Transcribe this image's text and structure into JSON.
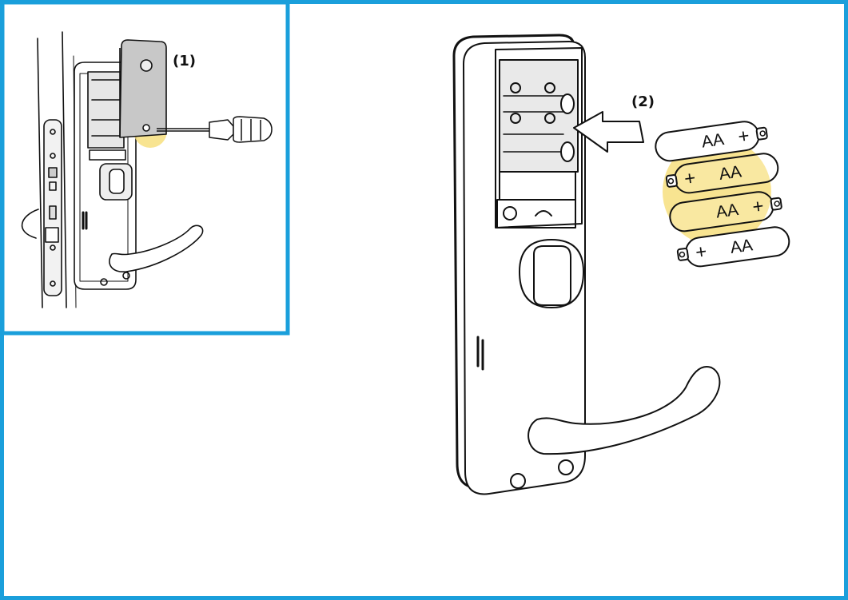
{
  "frame_color": "#1a9fdb",
  "highlight_color": "#f7df7e",
  "steps": [
    {
      "label": "(1)"
    },
    {
      "label": "(2)"
    }
  ],
  "batteries": [
    {
      "text": "AA",
      "sign": "+"
    },
    {
      "text": "AA",
      "sign": "+"
    },
    {
      "text": "AA",
      "sign": "+"
    },
    {
      "text": "AA",
      "sign": "+"
    }
  ]
}
